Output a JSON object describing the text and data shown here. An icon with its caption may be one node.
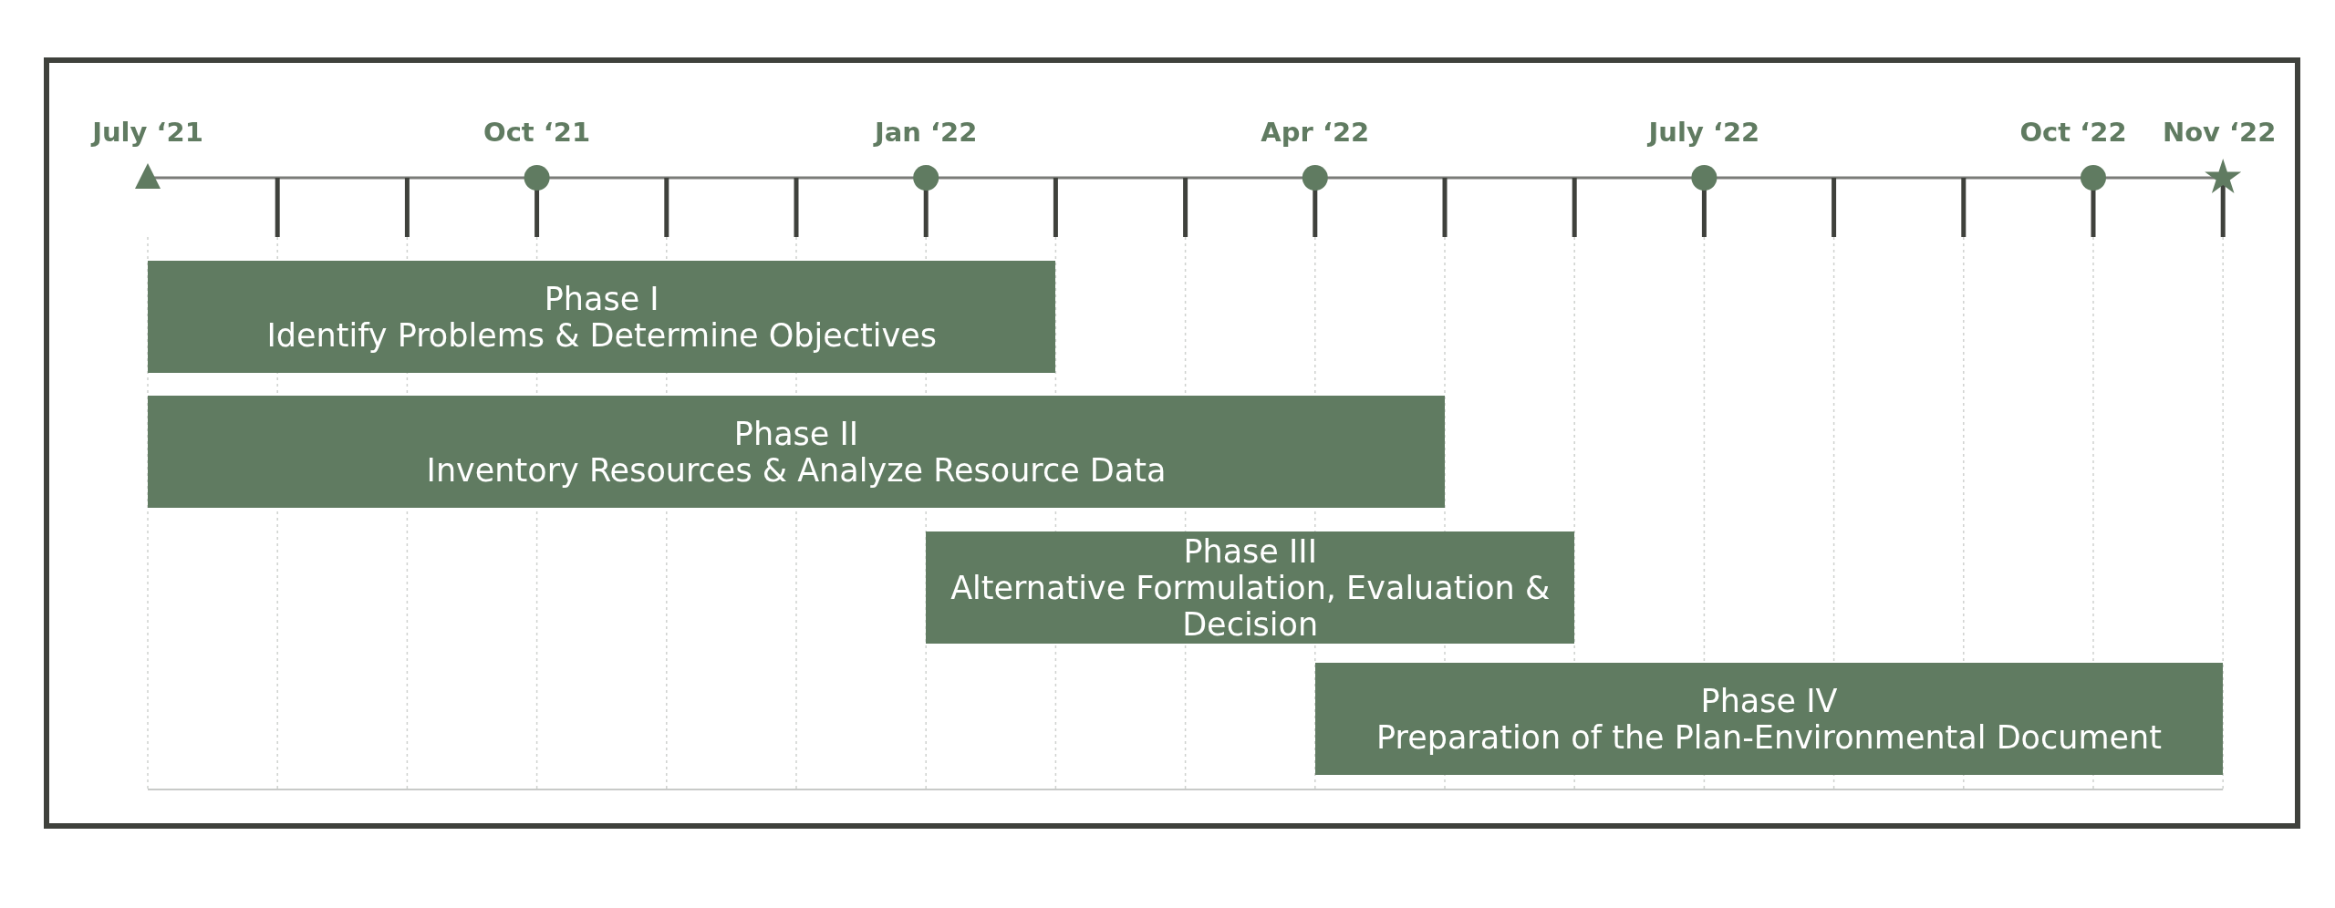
{
  "diagram": {
    "nodes": [
      {
        "text": [
          "Phase I",
          "Identify Problems & Determine Objectives"
        ]
      },
      {
        "text": [
          "Phase II",
          "Inventory Resources & Analyze Resource Data"
        ]
      },
      {
        "text": [
          "Phase III",
          "Alternative Formulation, Evaluation & Decision"
        ]
      },
      {
        "text": [
          "Phase IV",
          "Preparation of the Plan-Environmental Document"
        ]
      }
    ],
    "edges": [],
    "labels": [
      "July ‘21",
      "Oct ‘21",
      "Jan ‘22",
      "Apr ‘22",
      "July ‘22",
      "Oct ‘22",
      "Nov ‘22"
    ]
  }
}
